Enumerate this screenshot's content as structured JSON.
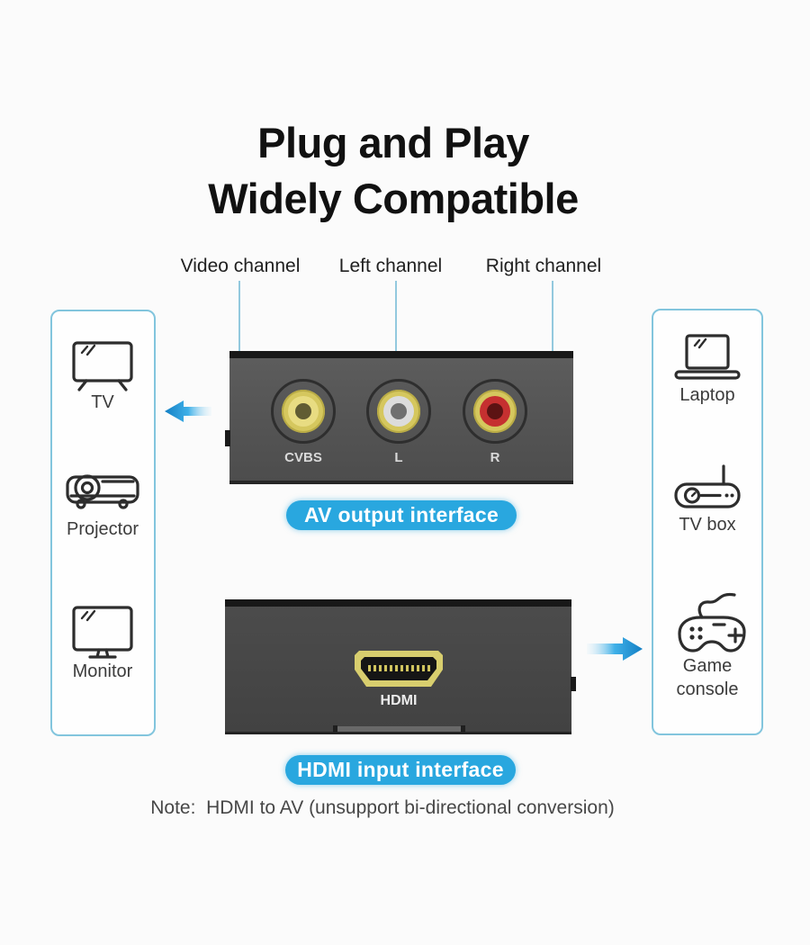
{
  "title": {
    "line1": "Plug and Play",
    "line2": "Widely Compatible"
  },
  "connector_labels": [
    {
      "label": "Video channel"
    },
    {
      "label": "Left channel"
    },
    {
      "label": "Right channel"
    }
  ],
  "av_device": {
    "jacks": [
      {
        "name": "cvbs-jack",
        "label": "CVBS",
        "color": "#d5c75e"
      },
      {
        "name": "left-audio-jack",
        "label": "L",
        "color": "#dcdcdc"
      },
      {
        "name": "right-audio-jack",
        "label": "R",
        "color": "#c53030"
      }
    ],
    "badge": "AV output interface"
  },
  "hdmi_device": {
    "port_label": "HDMI",
    "badge": "HDMI input interface"
  },
  "left_panel": {
    "items": [
      {
        "icon": "tv-icon",
        "label": "TV"
      },
      {
        "icon": "projector-icon",
        "label": "Projector"
      },
      {
        "icon": "monitor-icon",
        "label": "Monitor"
      }
    ]
  },
  "right_panel": {
    "items": [
      {
        "icon": "laptop-icon",
        "label": "Laptop"
      },
      {
        "icon": "tv-box-icon",
        "label": "TV box"
      },
      {
        "icon": "game-console-icon",
        "label": "Game console"
      }
    ]
  },
  "note": "Note:  HDMI to AV (unsupport bi-directional conversion)",
  "colors": {
    "accent_blue": "#29a7df",
    "line_blue": "#93c9de",
    "box_border_blue": "#82c5dd",
    "av_body_gray": "#565656",
    "hdmi_body_gray": "#474747",
    "rca_gold": "#d5c75e",
    "rca_red": "#c53030"
  }
}
